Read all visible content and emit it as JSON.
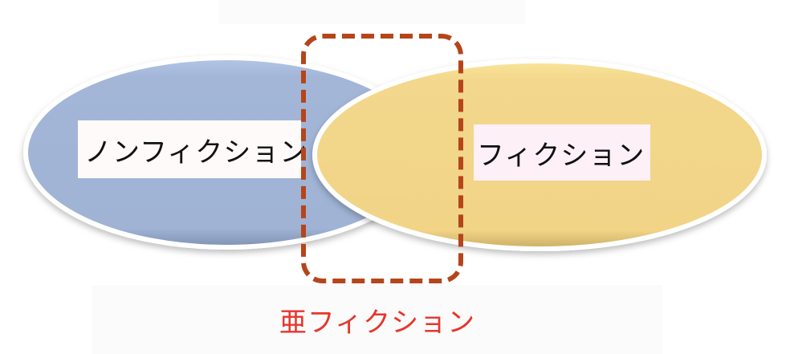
{
  "diagram": {
    "left_set": {
      "label": "ノンフィクション",
      "color": "#a3b6d8"
    },
    "right_set": {
      "label": "フィクション",
      "color": "#f3d78c"
    },
    "overlap": {
      "label": "亜フィクション",
      "label_color": "#e8352c",
      "border_color": "#b5451b"
    }
  }
}
